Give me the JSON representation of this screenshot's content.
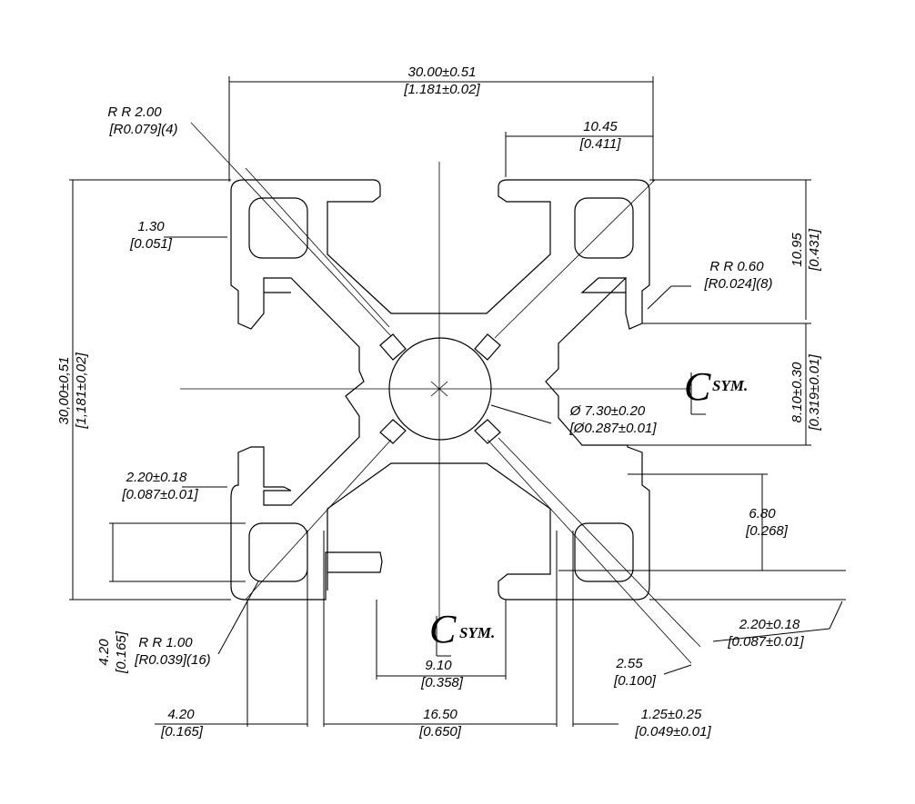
{
  "dimensions": {
    "overall_width": {
      "value": "30.00±0.51",
      "alt": "[1.181±0.02]"
    },
    "corner_radius": {
      "value": "R R 2.00",
      "alt": "[R0.079](4)"
    },
    "slot_depth": {
      "value": "10.45",
      "alt": "[0.411]"
    },
    "wall": {
      "value": "1.30",
      "alt": "[0.051]"
    },
    "side_dim": {
      "value": "10.95",
      "alt": "[0.431]"
    },
    "small_radius": {
      "value": "R R 0.60",
      "alt": "[R0.024](8)"
    },
    "overall_height": {
      "value": "30,00±0,51",
      "alt": "[1,181±0,02]"
    },
    "center_offset": {
      "value": "8.10±0.30",
      "alt": "[0.319±0.01]"
    },
    "bore": {
      "value": "Ø 7.30±0.20",
      "alt": "[Ø0.287±0.01]"
    },
    "lip_top": {
      "value": "2.20±0.18",
      "alt": "[0.087±0.01]"
    },
    "pocket": {
      "value": "6.80",
      "alt": "[0.268]"
    },
    "lip_bottom": {
      "value": "2.20±0.18",
      "alt": "[0.087±0.01]"
    },
    "left_side": {
      "value": "4.20",
      "alt": "[0.165]"
    },
    "fillet": {
      "value": "R R 1.00",
      "alt": "[R0.039](16)"
    },
    "slot_opening": {
      "value": "9.10",
      "alt": "[0.358]"
    },
    "diag": {
      "value": "2.55",
      "alt": "[0.100]"
    },
    "bottom_left": {
      "value": "4.20",
      "alt": "[0.165]"
    },
    "slot_width": {
      "value": "16.50",
      "alt": "[0.650]"
    },
    "web": {
      "value": "1.25±0.25",
      "alt": "[0.049±0.01]"
    }
  },
  "symmetry": {
    "glyph": "C",
    "label": "SYM."
  }
}
